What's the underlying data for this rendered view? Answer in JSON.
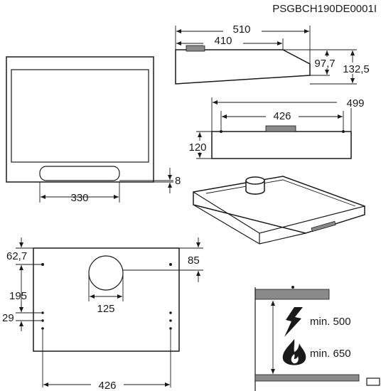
{
  "header": {
    "product_code": "PSGBCH190DE0001I"
  },
  "side_view": {
    "overall_depth": "510",
    "box_depth": "410",
    "front_height": "97,7",
    "back_height": "132,5"
  },
  "rear_view": {
    "overall_width": "499",
    "hole_spacing": "426",
    "height": "120"
  },
  "front_view": {
    "control_width": "330",
    "control_offset": "8"
  },
  "top_view": {
    "hole_from_top": "62,7",
    "duct_offset": "85",
    "duct_diameter": "125",
    "slot_from_hole": "195",
    "slot_spacing": "29",
    "hole_spacing": "426"
  },
  "installation": {
    "min_electric": "min. 500",
    "min_gas": "min. 650"
  }
}
